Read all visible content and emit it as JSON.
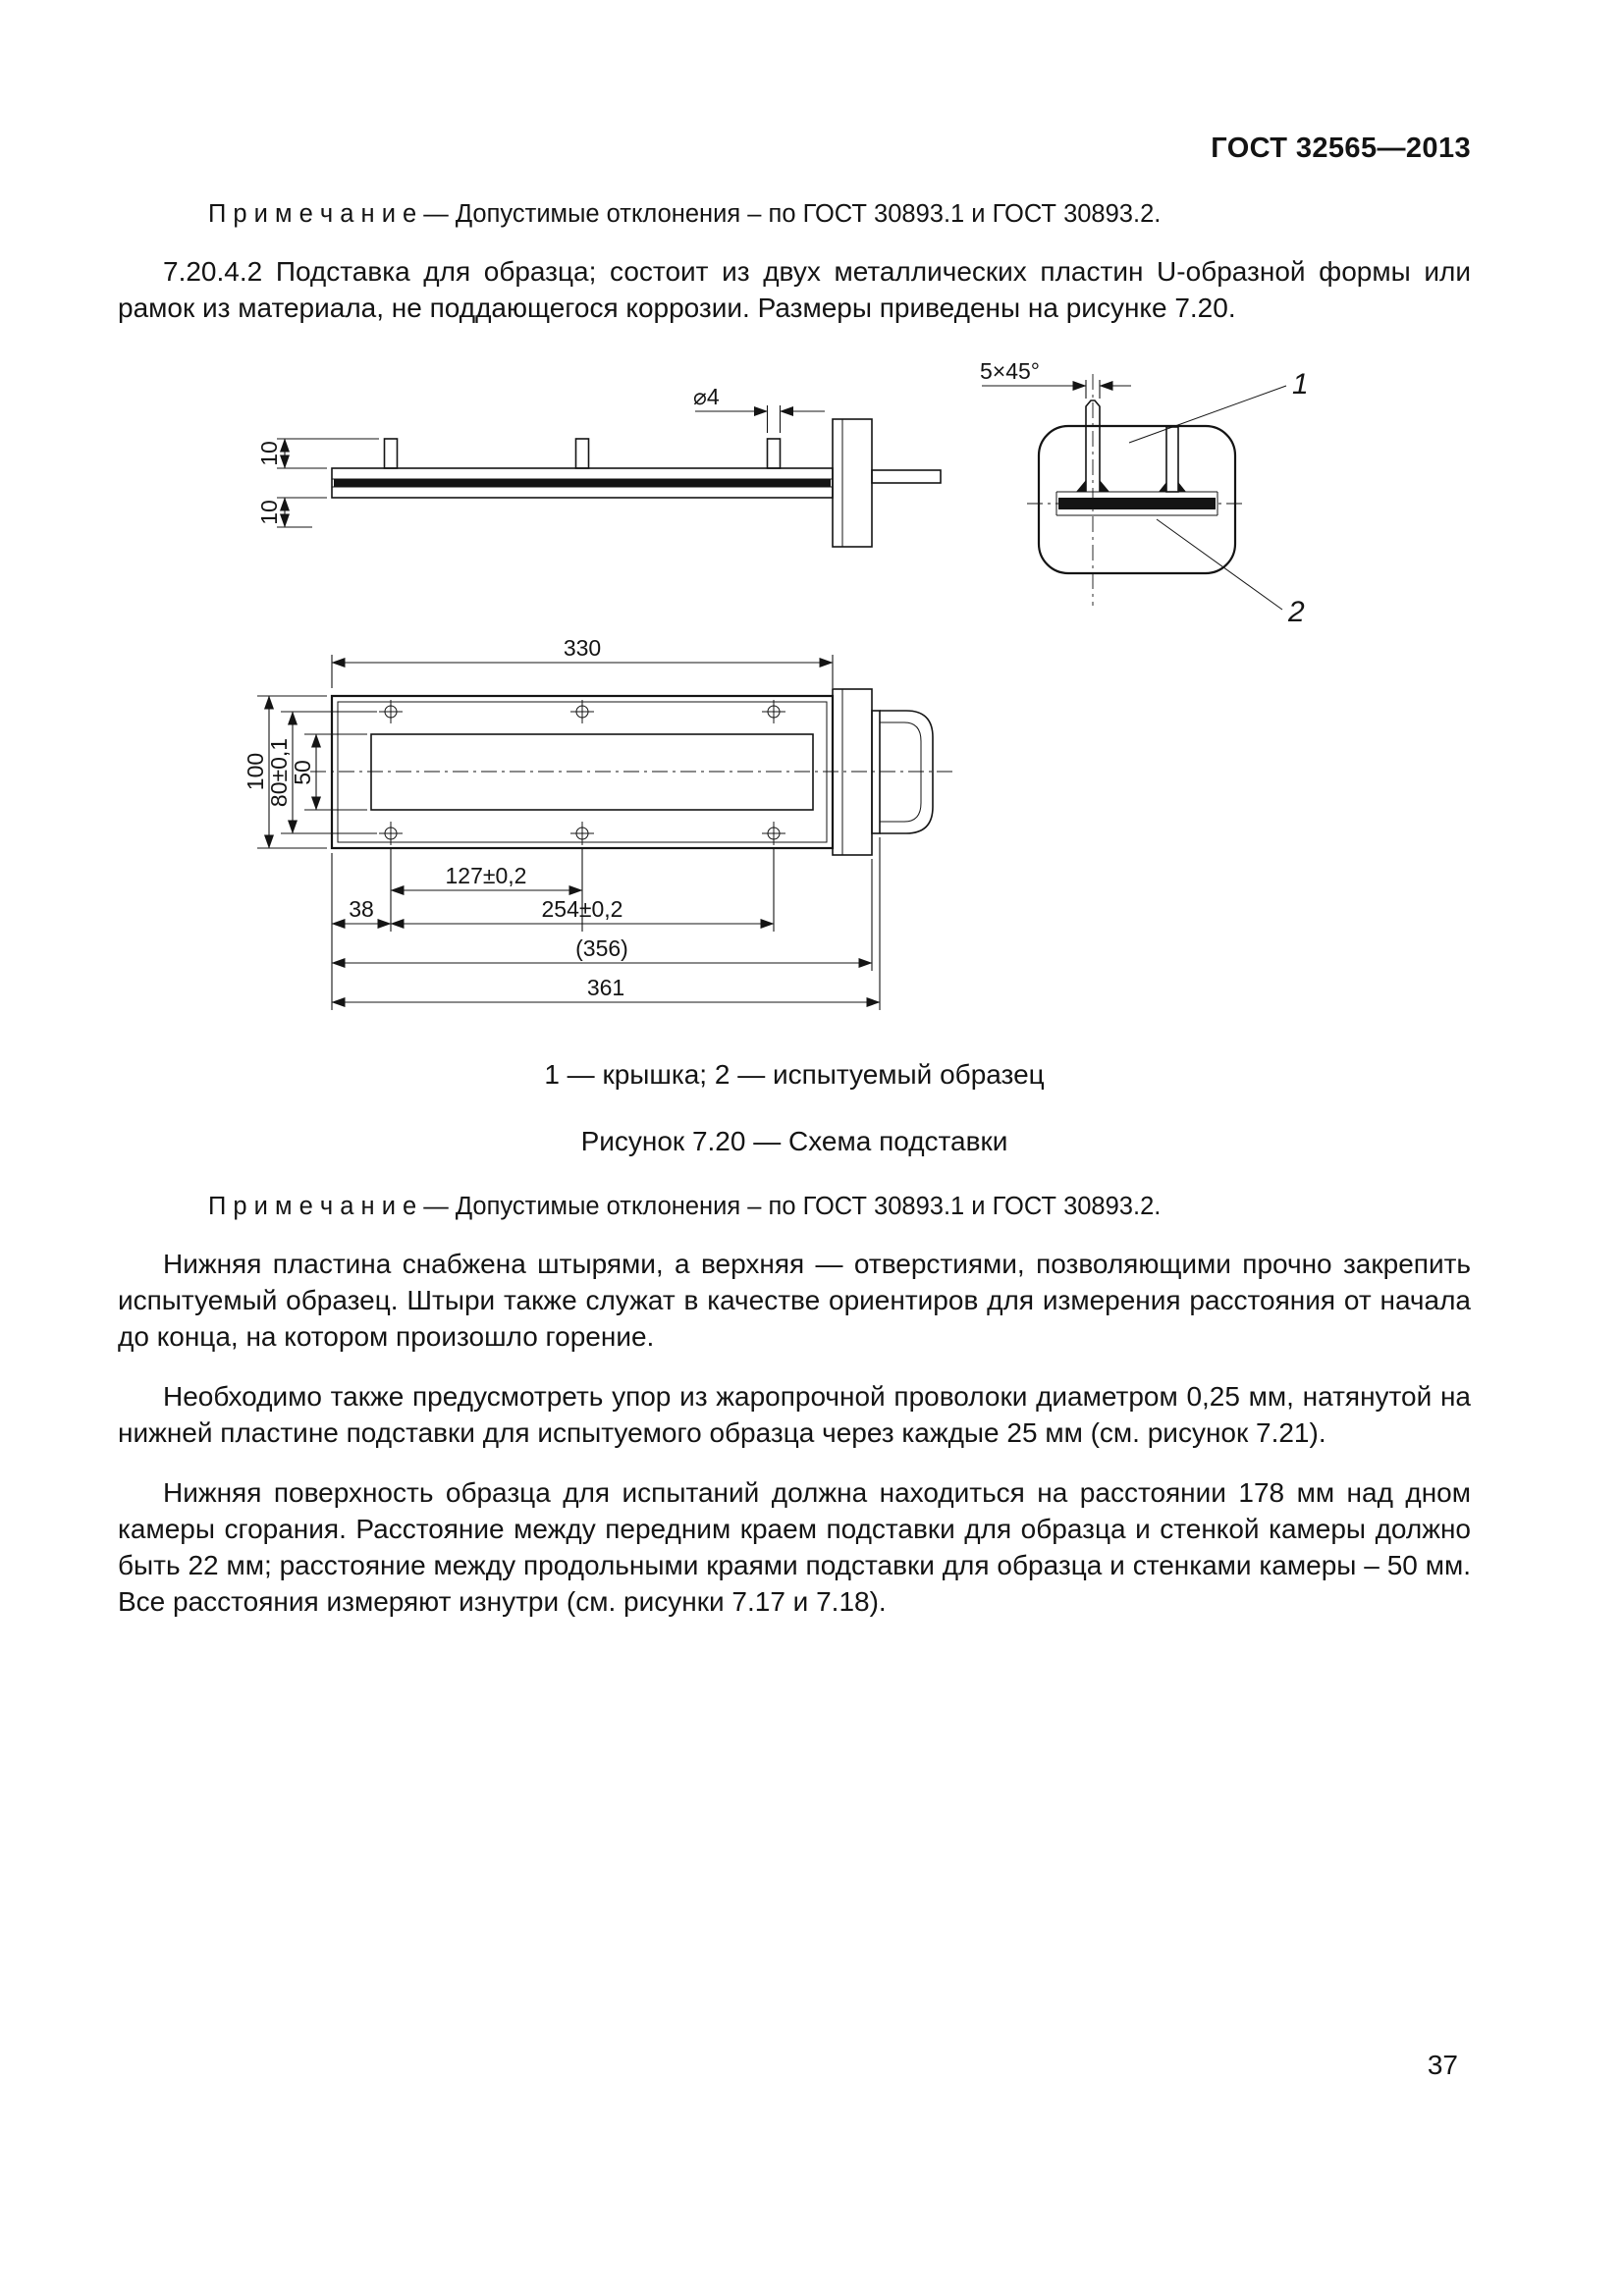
{
  "header": {
    "doc_number": "ГОСТ 32565—2013"
  },
  "notes": {
    "note_top": "П р и м е ч а н и е  — Допустимые отклонения – по ГОСТ 30893.1 и ГОСТ 30893.2.",
    "note_after_figure": "П р и м е ч а н и е  — Допустимые отклонения – по ГОСТ 30893.1 и ГОСТ 30893.2."
  },
  "paragraphs": {
    "p_7_20_4_2": "7.20.4.2 Подставка для образца; состоит из двух металлических пластин U-образной формы или рамок из материала, не поддающегося коррозии. Размеры приведены на рисунке 7.20.",
    "p_plates": "Нижняя пластина снабжена штырями, а верхняя — отверстиями, позволяющими прочно закрепить испытуемый образец. Штыри также служат в качестве ориентиров для измерения расстояния от начала до конца, на котором произошло горение.",
    "p_wire": "Необходимо также предусмотреть упор из жаропрочной проволоки диаметром 0,25 мм, натянутой на нижней пластине подставки для испытуемого образца через каждые 25 мм (см. рисунок 7.21).",
    "p_distances": "Нижняя поверхность образца для испытаний должна находиться на расстоянии 178 мм над дном камеры сгорания. Расстояние между передним краем подставки для образца и стенкой камеры должно быть 22 мм; расстояние между продольными краями подставки для образца и стенками камеры – 50 мм. Все расстояния измеряют изнутри (см. рисунки 7.17 и 7.18)."
  },
  "figure": {
    "legend": "1 — крышка; 2 — испытуемый образец",
    "caption": "Рисунок 7.20 — Схема подставки",
    "dimensions": {
      "pin_height_top": "10",
      "pin_height_bottom": "10",
      "pin_diameter": "⌀4",
      "chamfer": "5×45°",
      "length_plate": "330",
      "width_outer": "100",
      "width_pins": "80±0,1",
      "width_slot": "50",
      "pin_spacing": "127±0,2",
      "pin_offset": "38",
      "pin_span": "254±0,2",
      "length_with_bracket": "(356)",
      "length_total": "361"
    },
    "callouts": {
      "cover": "1",
      "specimen": "2"
    }
  },
  "page_number": "37"
}
